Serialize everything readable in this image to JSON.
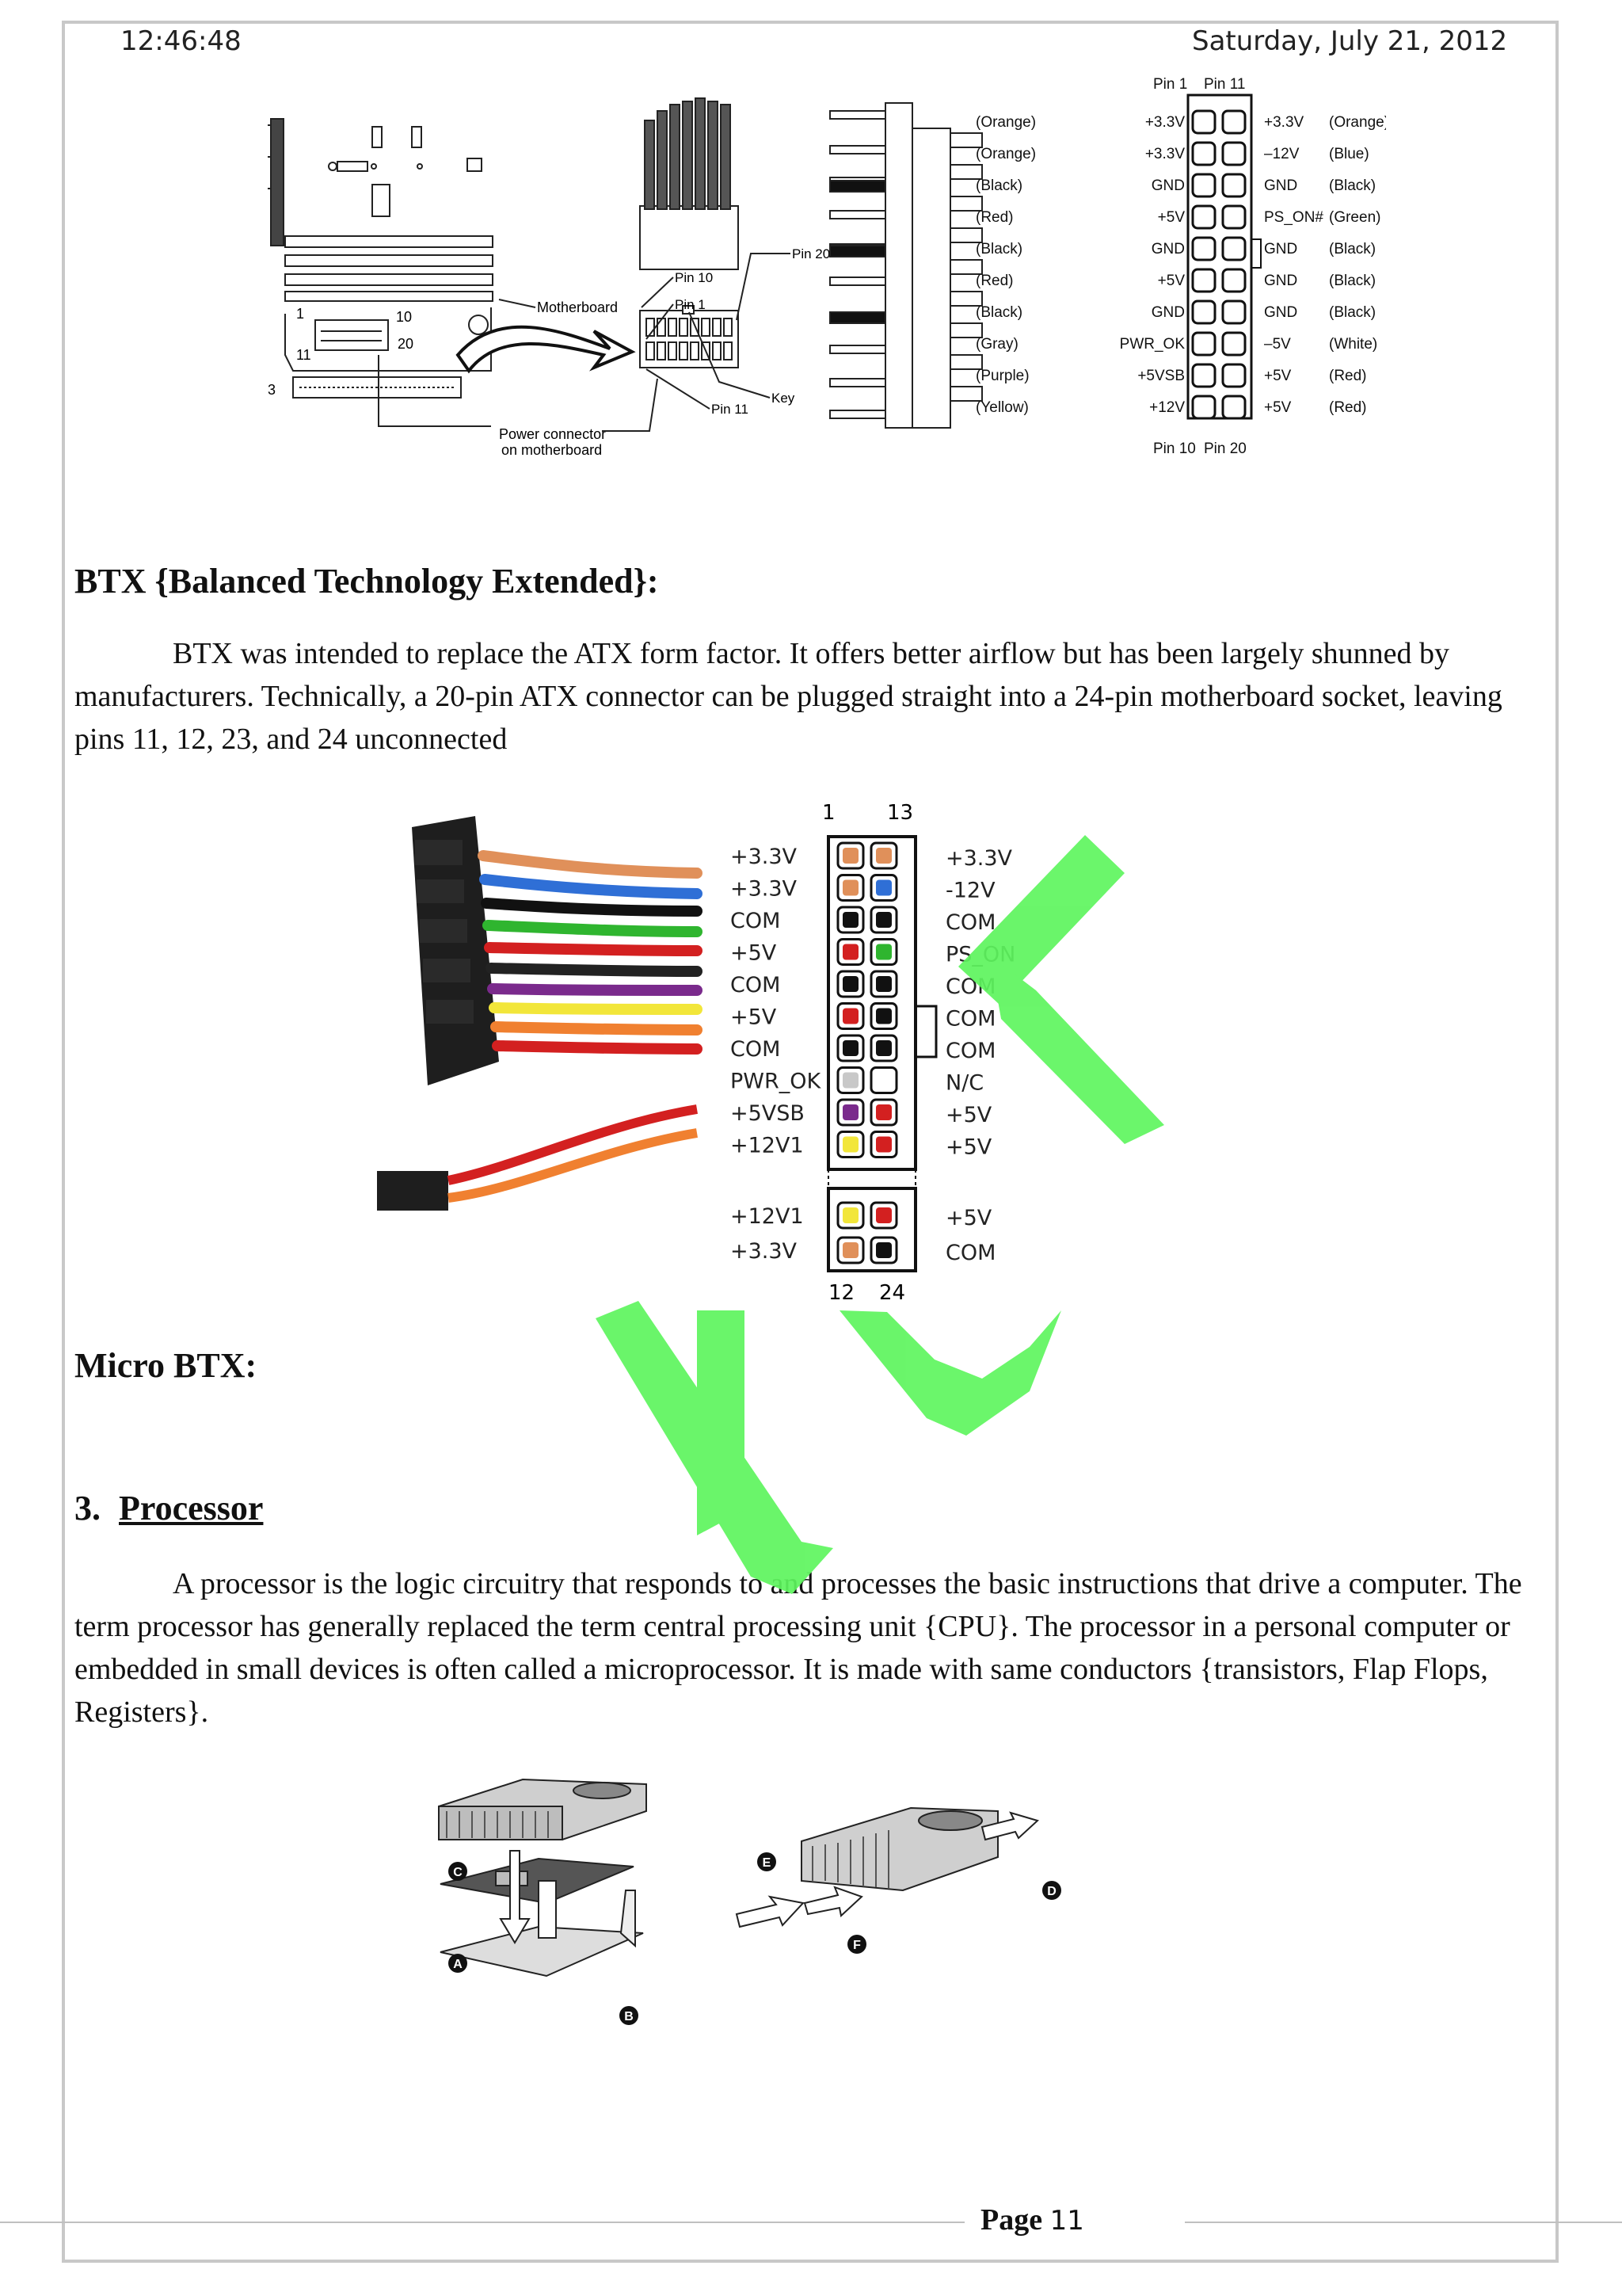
{
  "header": {
    "time": "12:46:48",
    "date": "Saturday, July 21, 2012"
  },
  "atx_figure": {
    "motherboard_label": "Motherboard",
    "power_connector_label": "Power connector",
    "power_connector_label2": "on motherboard",
    "pin10": "Pin 10",
    "pin1": "Pin 1",
    "pin20": "Pin 20",
    "pin11": "Pin 11",
    "key": "Key",
    "board_n1": "1",
    "board_n10": "10",
    "board_n11": "11",
    "board_n20": "20",
    "board_n3": "3",
    "pinout_top": [
      "Pin 1",
      "Pin 11"
    ],
    "pinout_bottom": [
      "Pin 10",
      "Pin 20"
    ],
    "rows": [
      {
        "lcolor": "(Orange)",
        "lsig": "+3.3V",
        "rsig": "+3.3V",
        "rcolor": "(Orange)"
      },
      {
        "lcolor": "(Orange)",
        "lsig": "+3.3V",
        "rsig": "–12V",
        "rcolor": "(Blue)"
      },
      {
        "lcolor": "(Black)",
        "lsig": "GND",
        "rsig": "GND",
        "rcolor": "(Black)"
      },
      {
        "lcolor": "(Red)",
        "lsig": "+5V",
        "rsig": "PS_ON#",
        "rcolor": "(Green)"
      },
      {
        "lcolor": "(Black)",
        "lsig": "GND",
        "rsig": "GND",
        "rcolor": "(Black)"
      },
      {
        "lcolor": "(Red)",
        "lsig": "+5V",
        "rsig": "GND",
        "rcolor": "(Black)"
      },
      {
        "lcolor": "(Black)",
        "lsig": "GND",
        "rsig": "GND",
        "rcolor": "(Black)"
      },
      {
        "lcolor": "(Gray)",
        "lsig": "PWR_OK",
        "rsig": "–5V",
        "rcolor": "(White)"
      },
      {
        "lcolor": "(Purple)",
        "lsig": "+5VSB",
        "rsig": "+5V",
        "rcolor": "(Red)"
      },
      {
        "lcolor": "(Yellow)",
        "lsig": "+12V",
        "rsig": "+5V",
        "rcolor": "(Red)"
      }
    ]
  },
  "btx": {
    "heading": "BTX {Balanced Technology Extended}:",
    "paragraph": "BTX was intended to replace the ATX form factor.  It offers better airflow but has been largely shunned by manufacturers. Technically, a 20-pin ATX connector can be plugged straight into a 24-pin motherboard socket, leaving pins 11, 12, 23, and 24 unconnected"
  },
  "btx_figure": {
    "top_nums": [
      "1",
      "13"
    ],
    "bottom_nums": [
      "12",
      "24"
    ],
    "rows": [
      {
        "l": "+3.3V",
        "r": "+3.3V",
        "lc": "#e0905a",
        "rc": "#e0905a"
      },
      {
        "l": "+3.3V",
        "r": "-12V",
        "lc": "#e0905a",
        "rc": "#2f6fd6"
      },
      {
        "l": "COM",
        "r": "COM",
        "lc": "#111111",
        "rc": "#111111"
      },
      {
        "l": "+5V",
        "r": "PS_ON",
        "lc": "#d32020",
        "rc": "#2fb52f"
      },
      {
        "l": "COM",
        "r": "COM",
        "lc": "#111111",
        "rc": "#111111"
      },
      {
        "l": "+5V",
        "r": "COM",
        "lc": "#d32020",
        "rc": "#111111"
      },
      {
        "l": "COM",
        "r": "COM",
        "lc": "#111111",
        "rc": "#111111"
      },
      {
        "l": "PWR_OK",
        "r": "N/C",
        "lc": "#c8c8c8",
        "rc": "#ffffff"
      },
      {
        "l": "+5VSB",
        "r": "+5V",
        "lc": "#7a2a8c",
        "rc": "#d32020"
      },
      {
        "l": "+12V1",
        "r": "+5V",
        "lc": "#f2e63a",
        "rc": "#d32020"
      }
    ],
    "extra_rows": [
      {
        "l": "+12V1",
        "r": "+5V",
        "lc": "#f2e63a",
        "rc": "#d32020"
      },
      {
        "l": "+3.3V",
        "r": "COM",
        "lc": "#e0905a",
        "rc": "#111111"
      }
    ]
  },
  "micro_btx": {
    "heading": "Micro BTX:"
  },
  "processor": {
    "number": "3.",
    "title": "Processor",
    "paragraph": "A processor is the logic circuitry that responds to and processes the basic instructions that drive a computer. The term processor has generally replaced the term central processing unit {CPU}. The processor in a personal computer or embedded in small devices is often called a microprocessor. It is made with same conductors {transistors, Flap Flops, Registers}."
  },
  "cpu_figure": {
    "labels": [
      "A",
      "B",
      "C",
      "D",
      "E",
      "F"
    ]
  },
  "footer": {
    "label": "Page",
    "number": "11"
  },
  "colors": {
    "watermark": "#5ef55e",
    "frame": "#c8c8c8"
  }
}
